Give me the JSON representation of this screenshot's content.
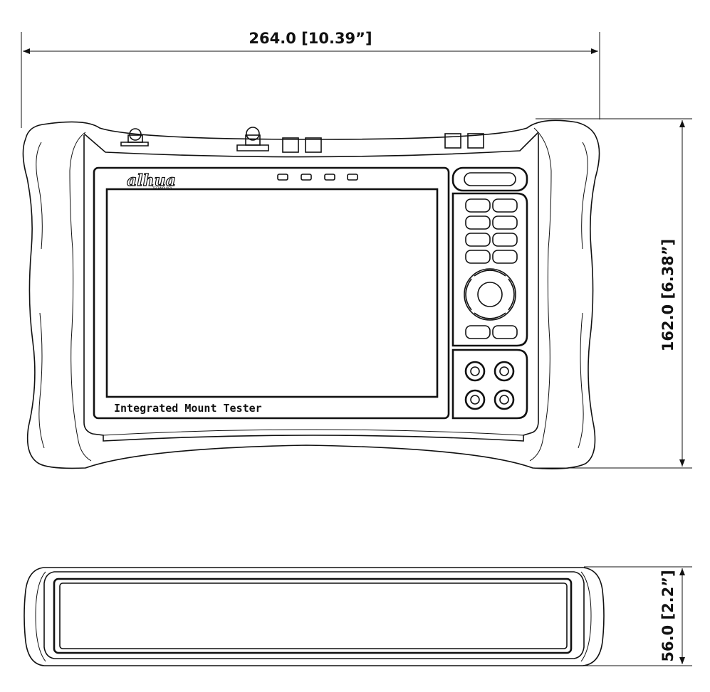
{
  "dimensions": {
    "width_label": "264.0 [10.39”]",
    "height_label": "162.0 [6.38”]",
    "depth_label": "56.0 [2.2”]"
  },
  "device": {
    "brand_logo": "alhua",
    "brand_sub": "TECHNOLOGY",
    "screen_label": "Integrated Mount Tester"
  }
}
